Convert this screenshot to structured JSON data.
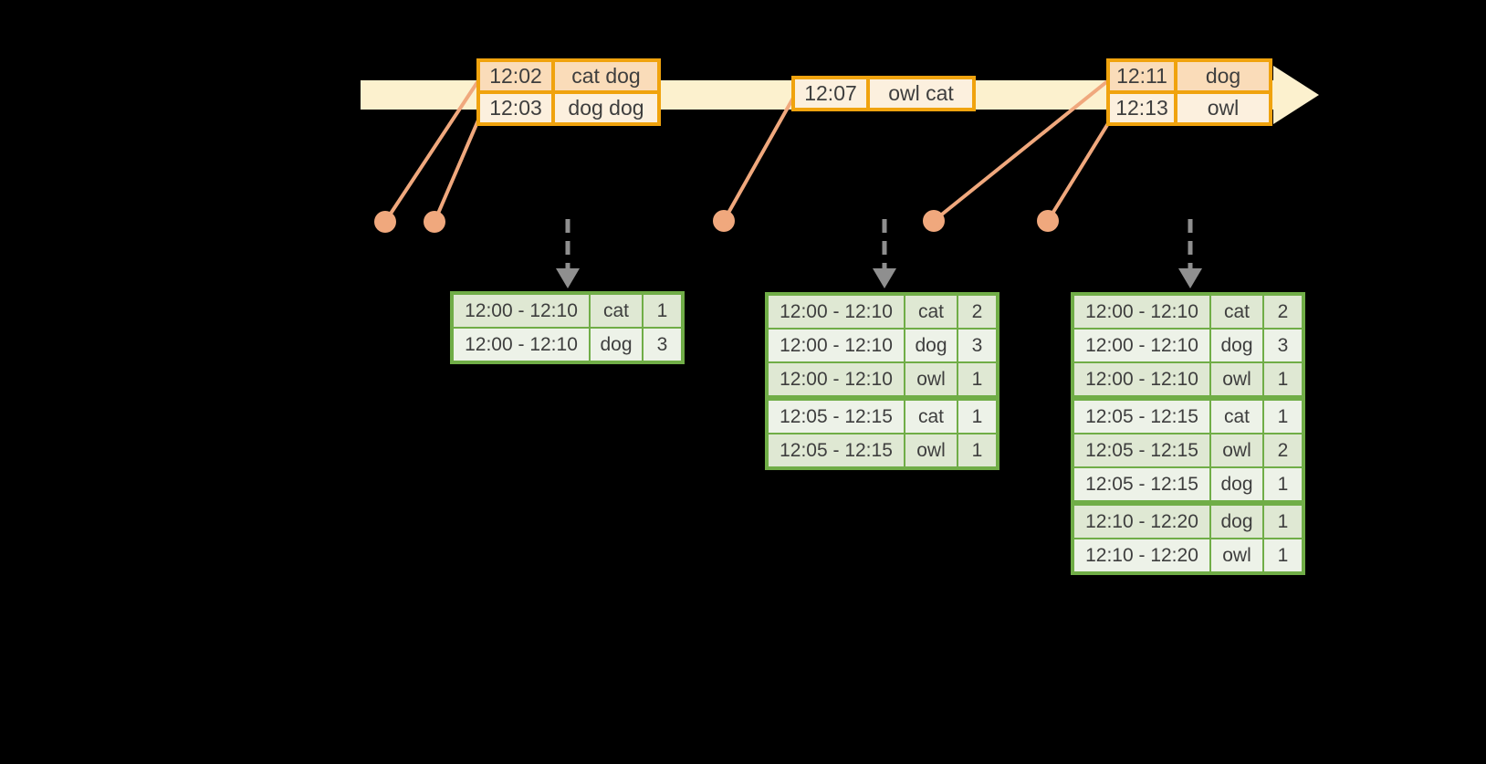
{
  "colors": {
    "background": "#000000",
    "timeline_band": "#FCF1CE",
    "event_border": "#F0A30E",
    "event_row_peach": "#FADCB9",
    "event_row_cream": "#FCF0DE",
    "connector": "#F0A87D",
    "trigger_arrow": "#8F8F8F",
    "result_border": "#70AD47",
    "result_row_dark": "#DFE8D3",
    "result_row_light": "#EDF2E8",
    "text": "#3E3E3E"
  },
  "timeline": {
    "event_tables": [
      {
        "rows": [
          {
            "time": "12:02",
            "words": "cat dog"
          },
          {
            "time": "12:03",
            "words": "dog dog"
          }
        ]
      },
      {
        "rows": [
          {
            "time": "12:07",
            "words": "owl cat"
          }
        ]
      },
      {
        "rows": [
          {
            "time": "12:11",
            "words": "dog"
          },
          {
            "time": "12:13",
            "words": "owl"
          }
        ]
      }
    ]
  },
  "result_tables": [
    {
      "rows": [
        {
          "window": "12:00 - 12:10",
          "word": "cat",
          "count": "1"
        },
        {
          "window": "12:00 - 12:10",
          "word": "dog",
          "count": "3"
        }
      ]
    },
    {
      "rows": [
        {
          "window": "12:00 - 12:10",
          "word": "cat",
          "count": "2"
        },
        {
          "window": "12:00 - 12:10",
          "word": "dog",
          "count": "3"
        },
        {
          "window": "12:00 - 12:10",
          "word": "owl",
          "count": "1"
        },
        {
          "window": "12:05 - 12:15",
          "word": "cat",
          "count": "1"
        },
        {
          "window": "12:05 - 12:15",
          "word": "owl",
          "count": "1"
        }
      ]
    },
    {
      "rows": [
        {
          "window": "12:00 - 12:10",
          "word": "cat",
          "count": "2"
        },
        {
          "window": "12:00 - 12:10",
          "word": "dog",
          "count": "3"
        },
        {
          "window": "12:00 - 12:10",
          "word": "owl",
          "count": "1"
        },
        {
          "window": "12:05 - 12:15",
          "word": "cat",
          "count": "1"
        },
        {
          "window": "12:05 - 12:15",
          "word": "owl",
          "count": "2"
        },
        {
          "window": "12:05 - 12:15",
          "word": "dog",
          "count": "1"
        },
        {
          "window": "12:10 - 12:20",
          "word": "dog",
          "count": "1"
        },
        {
          "window": "12:10 - 12:20",
          "word": "owl",
          "count": "1"
        }
      ]
    }
  ]
}
